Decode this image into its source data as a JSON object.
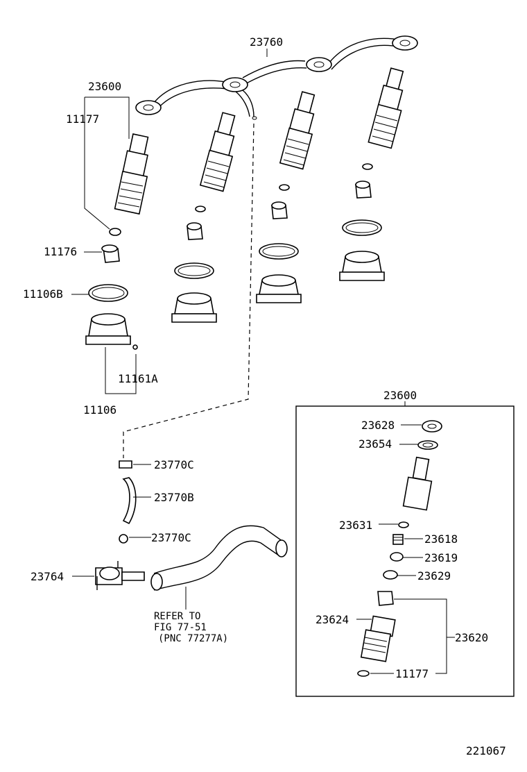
{
  "labels": {
    "pipe_assy": "23760",
    "nozzle_holder_top": "23600",
    "washer_top": "11177",
    "seat_1": "11176",
    "ring_1": "11106B",
    "seal_1": "11106",
    "pin_1": "11161A",
    "hose_clip_top": "23770C",
    "hose": "23770B",
    "hose_clip_bottom": "23770C",
    "union": "23764",
    "refer_1": "REFER TO",
    "refer_2": "FIG 77-51",
    "refer_3": "(PNC 77277A)",
    "box_title": "23600",
    "nut": "23628",
    "gasket": "23654",
    "ball": "23631",
    "spring": "23618",
    "spring_seat": "23619",
    "spacer": "23629",
    "body": "23624",
    "nozzle_set": "23620",
    "washer_bottom": "11177",
    "diagram_id": "221067"
  }
}
